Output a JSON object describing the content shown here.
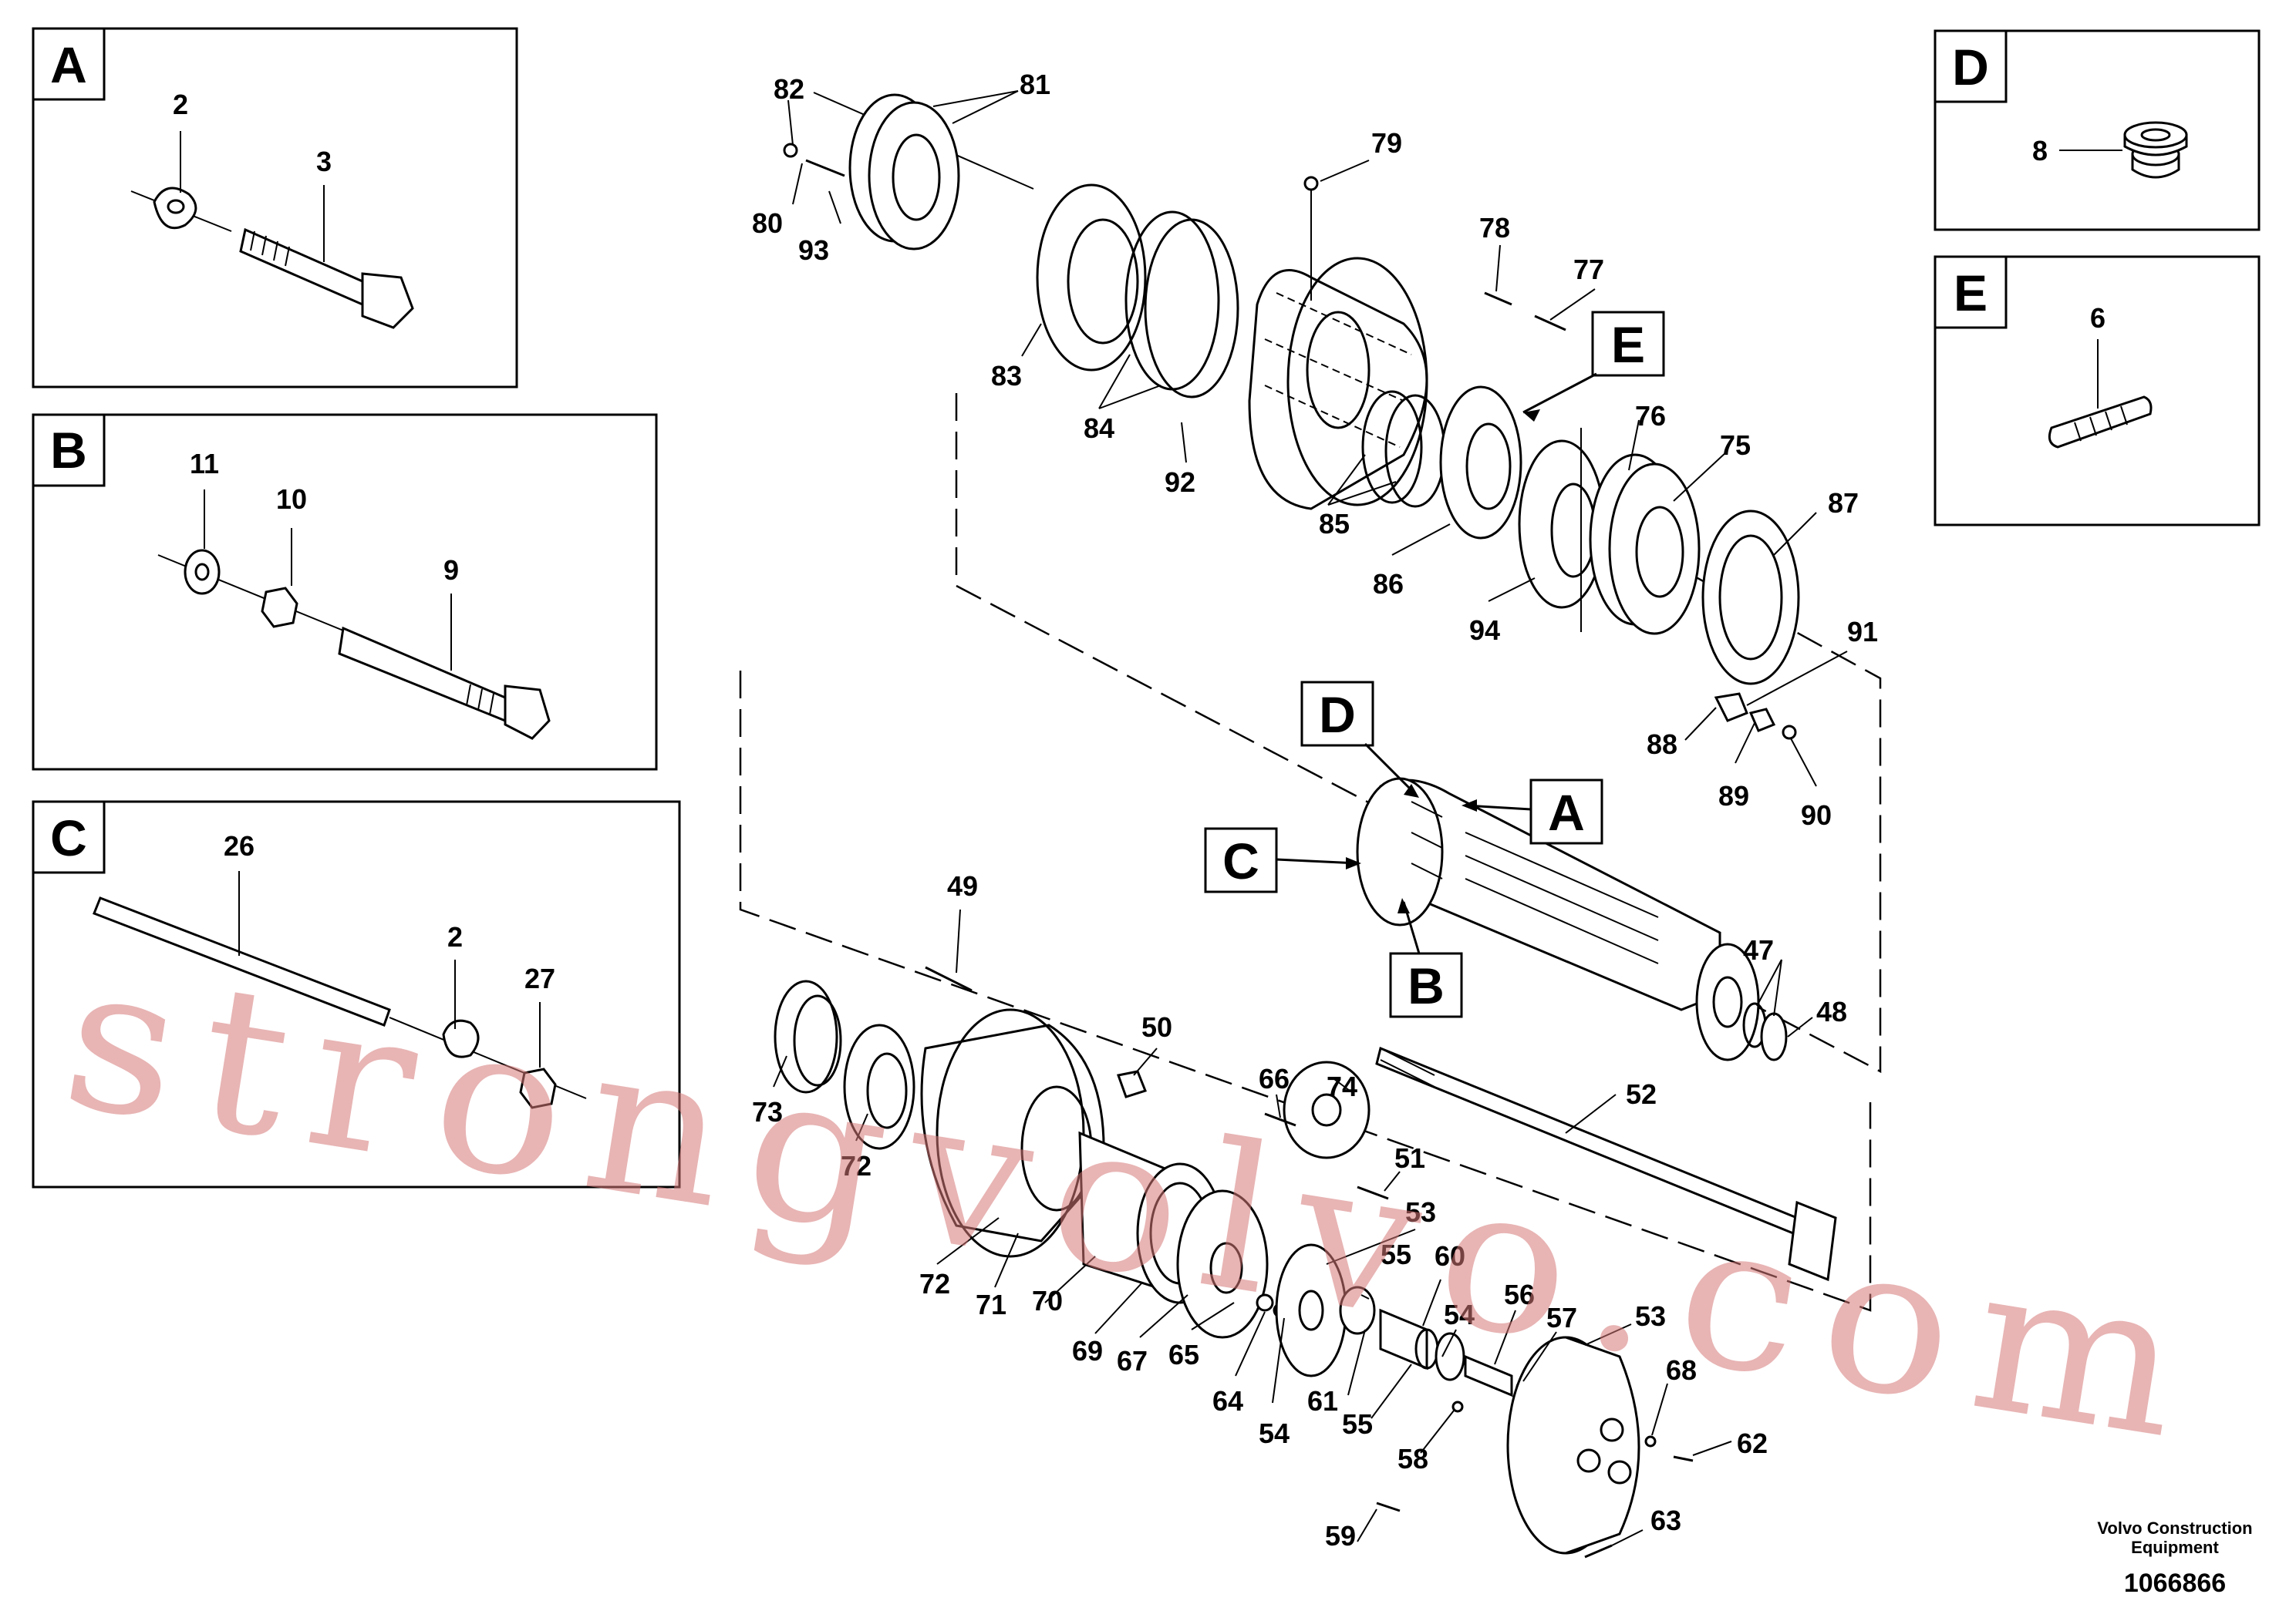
{
  "detail_boxes": {
    "A": {
      "letter": "A",
      "labels": {
        "n2": "2",
        "n3": "3"
      }
    },
    "B": {
      "letter": "B",
      "labels": {
        "n11": "11",
        "n10": "10",
        "n9": "9"
      }
    },
    "C": {
      "letter": "C",
      "labels": {
        "n26": "26",
        "n2": "2",
        "n27": "27"
      }
    },
    "D": {
      "letter": "D",
      "labels": {
        "n8": "8"
      }
    },
    "E": {
      "letter": "E",
      "labels": {
        "n6": "6"
      }
    }
  },
  "callouts": {
    "A": "A",
    "B": "B",
    "C": "C",
    "D": "D",
    "E": "E"
  },
  "part_labels": {
    "p82": "82",
    "p81": "81",
    "p80": "80",
    "p93": "93",
    "p79": "79",
    "p78": "78",
    "p77": "77",
    "p83": "83",
    "p84": "84",
    "p92": "92",
    "p85": "85",
    "p86": "86",
    "p76": "76",
    "p75": "75",
    "p87": "87",
    "p94": "94",
    "p91": "91",
    "p88": "88",
    "p89": "89",
    "p90": "90",
    "p49": "49",
    "p50": "50",
    "p47": "47",
    "p48": "48",
    "p52": "52",
    "p73": "73",
    "p72a": "72",
    "p66": "66",
    "p74": "74",
    "p51": "51",
    "p53a": "53",
    "p55a": "55",
    "p60": "60",
    "p72b": "72",
    "p71": "71",
    "p70": "70",
    "p69": "69",
    "p67": "67",
    "p65": "65",
    "p64": "64",
    "p54a": "54",
    "p61": "61",
    "p54b": "54",
    "p56": "56",
    "p57": "57",
    "p53b": "53",
    "p55b": "55",
    "p58": "58",
    "p68": "68",
    "p62": "62",
    "p59": "59",
    "p63": "63"
  },
  "watermark": "strongvolvo.com",
  "footer": {
    "company_line1": "Volvo Construction",
    "company_line2": "Equipment",
    "drawing_number": "1066866"
  }
}
